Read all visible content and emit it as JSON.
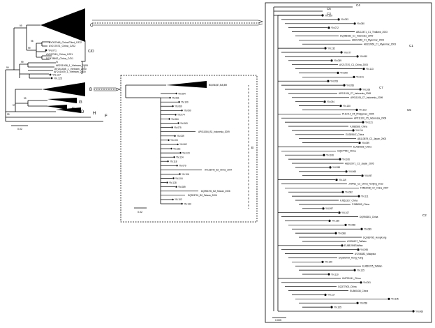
{
  "left_panel": {
    "clade_C": "C",
    "cd_label": "C/D",
    "a_label": "A",
    "b_label": "B",
    "g_label": "G",
    "e_label": "E",
    "d_label": "D",
    "h_label": "H",
    "f_label": "F",
    "taxa": [
      "AY057948_China/Tibet_C/D2",
      "AY217671_China_C/D2",
      "YN.071",
      "AY817510_China_C/D1",
      "DQ478892_China_C/D1",
      "AB231908_1_Vietnam_2005",
      "AF241408_1_Vietnam_2000",
      "AF241409_1_Vietnam_2000",
      "YN.127",
      "YN.125"
    ],
    "scale": "0.02"
  },
  "middle_panel": {
    "b_label": "B",
    "taxa": [
      "B5,B6,B7,B8,B9",
      "YN.064",
      "YN.061",
      "YN.100",
      "YN.069",
      "YN.090",
      "YN.074",
      "YN.084",
      "YN.063",
      "YN.075",
      "AP011084_B2_Indonesia_2009",
      "YN.039",
      "YN.103",
      "YN.062",
      "YN.116",
      "YN.123",
      "YN.124",
      "YN.118",
      "YN.079",
      "AY123042_B2_China_2007",
      "YN.106",
      "YN.104",
      "YN.128",
      "YN.089",
      "DQ993700_B2_Taiwan_2006",
      "DQ993701_B2_Taiwan_2006",
      "YN.102",
      "YN.133"
    ],
    "scale": "0.02"
  },
  "right_panel": {
    "c3": "C3",
    "c4": "C4",
    "c6": "C6",
    "c1": "C1",
    "c7": "C7",
    "c5": "C5",
    "c2": "C2",
    "taxa": [
      "YN.109",
      "YN.093",
      "YN.080",
      "YN.072",
      "AB112471_C1_Thailand_2003",
      "DQ358153_C1_Indonesia_2009",
      "AB112348_C1_Myanmar_2003",
      "AB112066_C1_Myanmar_2003",
      "YN.132",
      "YN.077",
      "YN.060",
      "YN.059",
      "AY217370_C1_China_2003",
      "YN.113",
      "YN.060",
      "YN.131",
      "YN.053",
      "YN.056",
      "YN.108",
      "AP011106_C7_Indonesia_2009",
      "AP011105_C7_Indonesia_2009",
      "YN.094",
      "YN.130",
      "YN.122",
      "PHLC14_C5_Philippines_2005",
      "AP011100_C5_Indonesia_2009",
      "YN.121",
      "FJ386586_China",
      "YN.114",
      "EU939547_China",
      "AB113879_C2_Japan_2003",
      "YN.099",
      "EU939536_China",
      "GQ377543_China",
      "YN.106",
      "YN.106",
      "AB202071_C2_Japan_2005",
      "YN.058",
      "YN.065",
      "YN.097",
      "YN.119",
      "JX9461_C2_China_Nonjing_2012",
      "FJ562238_C2_China_2007",
      "YN.082",
      "YN.111",
      "FJ562327_China",
      "FJ386599_China",
      "YN.097",
      "YN.107",
      "DQ992651_China",
      "YN.135",
      "YN.068",
      "YN.089",
      "YN.088",
      "DQ089795_HongKong",
      "AY596107_TaiWan",
      "EU881996TaiWan",
      "YN.095",
      "AY206382_Malaysia",
      "DQ089799_Hong_Kong",
      "YN.120",
      "EU660225_TaiWan",
      "YN.125",
      "YN.110",
      "HM750141_China",
      "YN.081",
      "GQ377503_China",
      "EU560438_China",
      "YN.117",
      "YN.115",
      "YN.058",
      "YN.105",
      "YN.066"
    ],
    "scale": "0.005"
  }
}
